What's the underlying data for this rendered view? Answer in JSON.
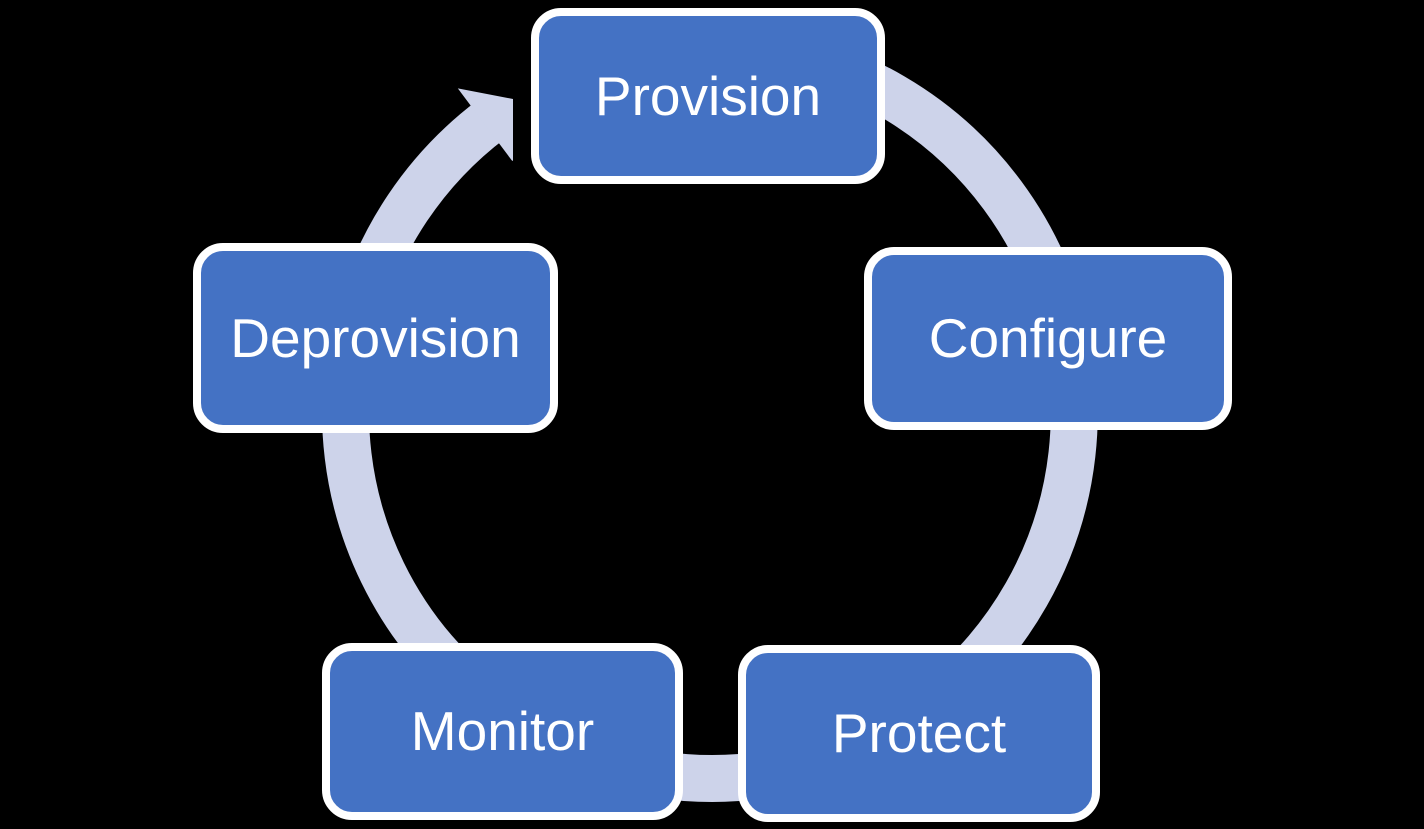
{
  "diagram": {
    "type": "cycle",
    "flow_direction": "clockwise",
    "nodes": [
      {
        "label": "Provision"
      },
      {
        "label": "Configure"
      },
      {
        "label": "Protect"
      },
      {
        "label": "Monitor"
      },
      {
        "label": "Deprovision"
      }
    ],
    "colors": {
      "background": "#000000",
      "node_fill": "#4472C4",
      "node_border": "#FFFFFF",
      "node_text": "#FFFFFF",
      "ring": "#CDD3EA"
    }
  }
}
